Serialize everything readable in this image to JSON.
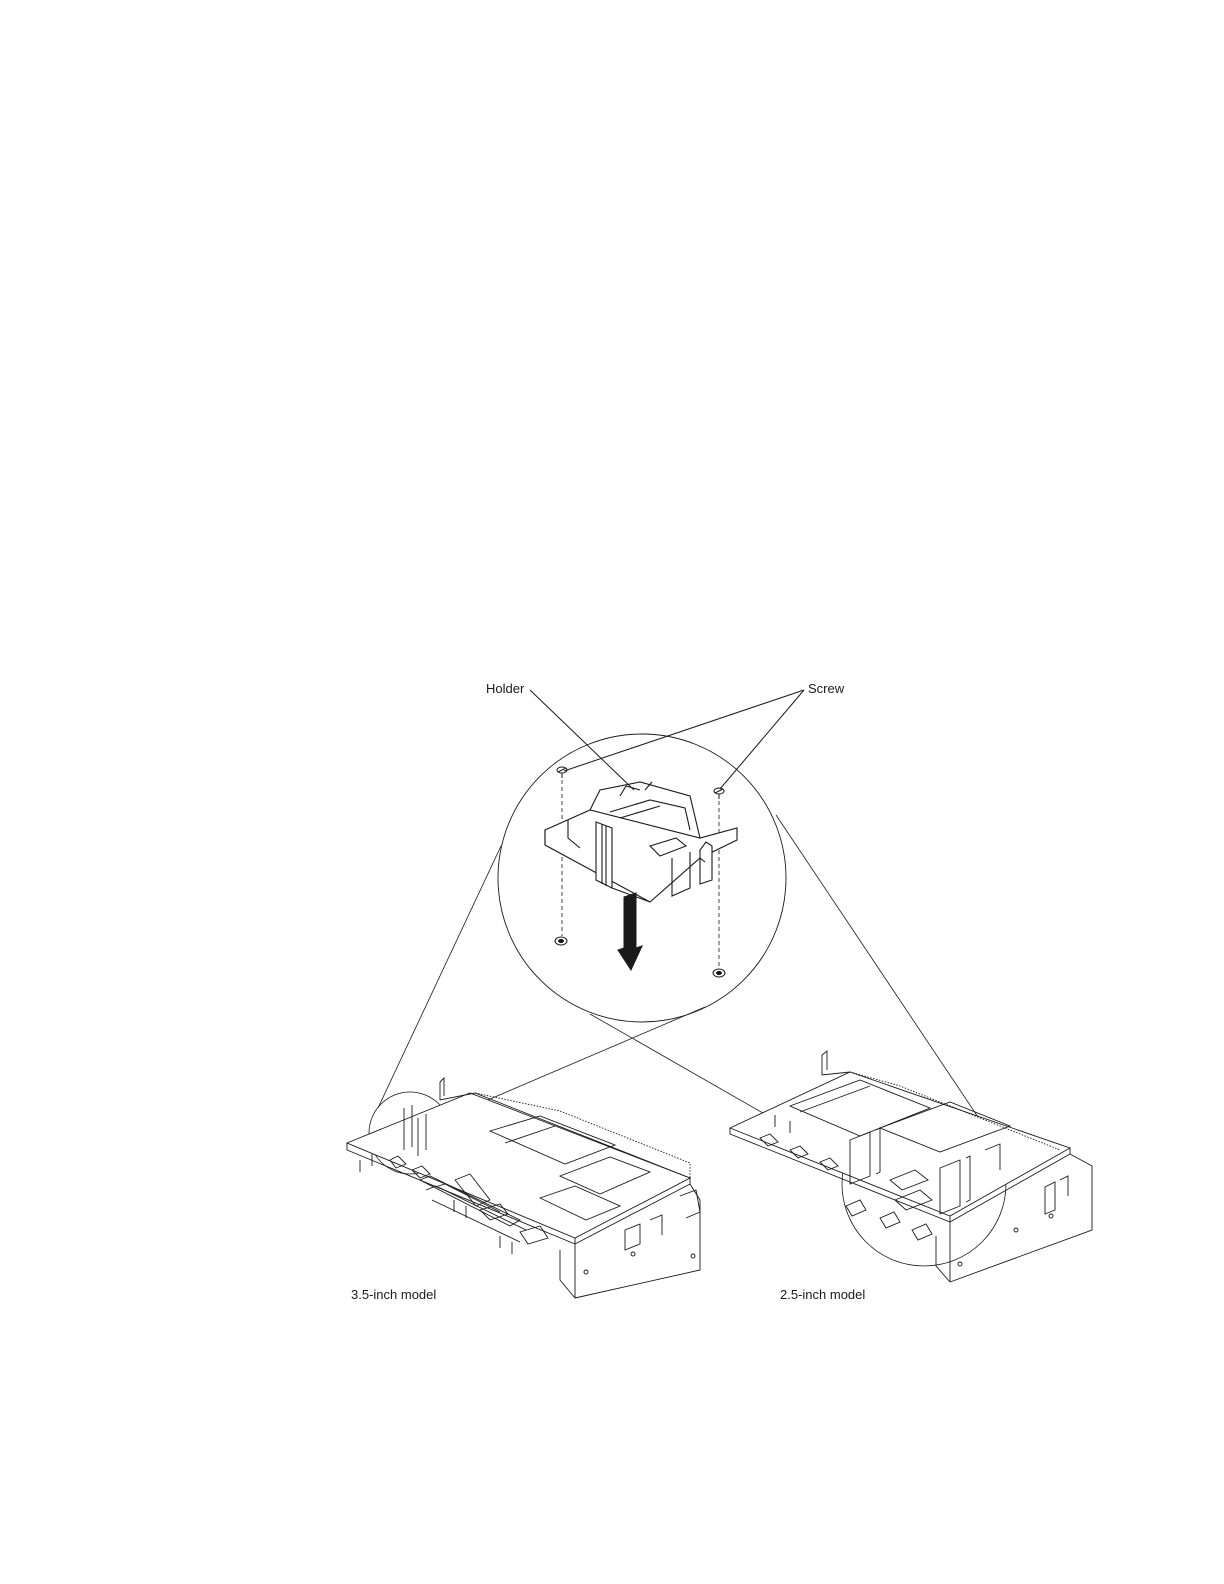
{
  "labels": {
    "holder": "Holder",
    "screw": "Screw",
    "model_35": "3.5-inch model",
    "model_25": "2.5-inch model"
  },
  "colors": {
    "ink": "#1a1a1a",
    "background": "#ffffff"
  }
}
